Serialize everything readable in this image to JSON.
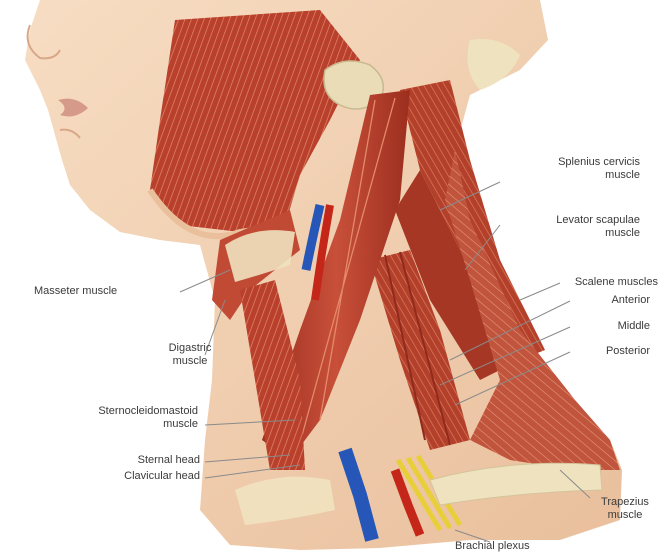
{
  "labels": {
    "splenius_cervicis": [
      "Splenius cervicis",
      "muscle"
    ],
    "levator_scapulae": [
      "Levator scapulae",
      "muscle"
    ],
    "scalene_muscles": "Scalene muscles",
    "anterior": "Anterior",
    "middle": "Middle",
    "posterior": "Posterior",
    "masseter": "Masseter muscle",
    "digastric": [
      "Digastric",
      "muscle"
    ],
    "sternocleidomastoid": [
      "Sternocleidomastoid",
      "muscle"
    ],
    "sternal_head": "Sternal head",
    "clavicular_head": "Clavicular head",
    "trapezius": [
      "Trapezius",
      "muscle"
    ],
    "brachial_plexus": "Brachial plexus"
  },
  "colors": {
    "skin": "#f3d2b4",
    "muscle": "#b8402c",
    "muscle_dark": "#8f2a1c",
    "muscle_light": "#d9755a",
    "artery": "#c4261a",
    "vein": "#2556b8",
    "nerve": "#e8cf3a",
    "bone": "#efe2bf",
    "leader": "#8a8a8a"
  }
}
